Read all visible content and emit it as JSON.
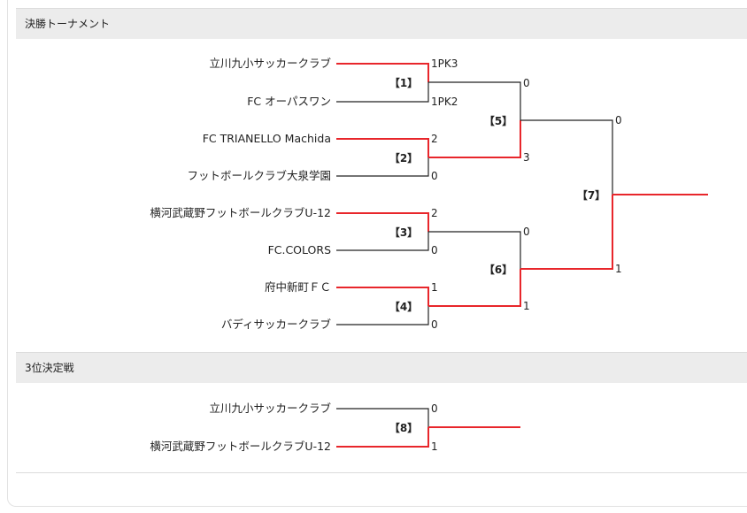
{
  "sections": {
    "tournament_title": "決勝トーナメント",
    "third_place_title": "3位決定戦"
  },
  "colors": {
    "win": "#e8262b",
    "line": "#222222"
  },
  "teams": {
    "t1": "立川九小サッカークラブ",
    "t2": "FC オーパスワン",
    "t3": "FC TRIANELLO Machida",
    "t4": "フットボールクラブ大泉学園",
    "t5": "横河武蔵野フットボールクラブU-12",
    "t6": "FC.COLORS",
    "t7": "府中新町ＦＣ",
    "t8": "バディサッカークラブ",
    "t9": "立川九小サッカークラブ",
    "t10": "横河武蔵野フットボールクラブU-12"
  },
  "matches": {
    "m1": {
      "label": "【1】",
      "top": "1PK3",
      "bottom": "1PK2"
    },
    "m2": {
      "label": "【2】",
      "top": "2",
      "bottom": "0"
    },
    "m3": {
      "label": "【3】",
      "top": "2",
      "bottom": "0"
    },
    "m4": {
      "label": "【4】",
      "top": "1",
      "bottom": "0"
    },
    "m5": {
      "label": "【5】",
      "top": "0",
      "bottom": "3"
    },
    "m6": {
      "label": "【6】",
      "top": "0",
      "bottom": "1"
    },
    "m7": {
      "label": "【7】",
      "top": "0",
      "bottom": "1"
    },
    "m8": {
      "label": "【8】",
      "top": "0",
      "bottom": "1"
    }
  }
}
